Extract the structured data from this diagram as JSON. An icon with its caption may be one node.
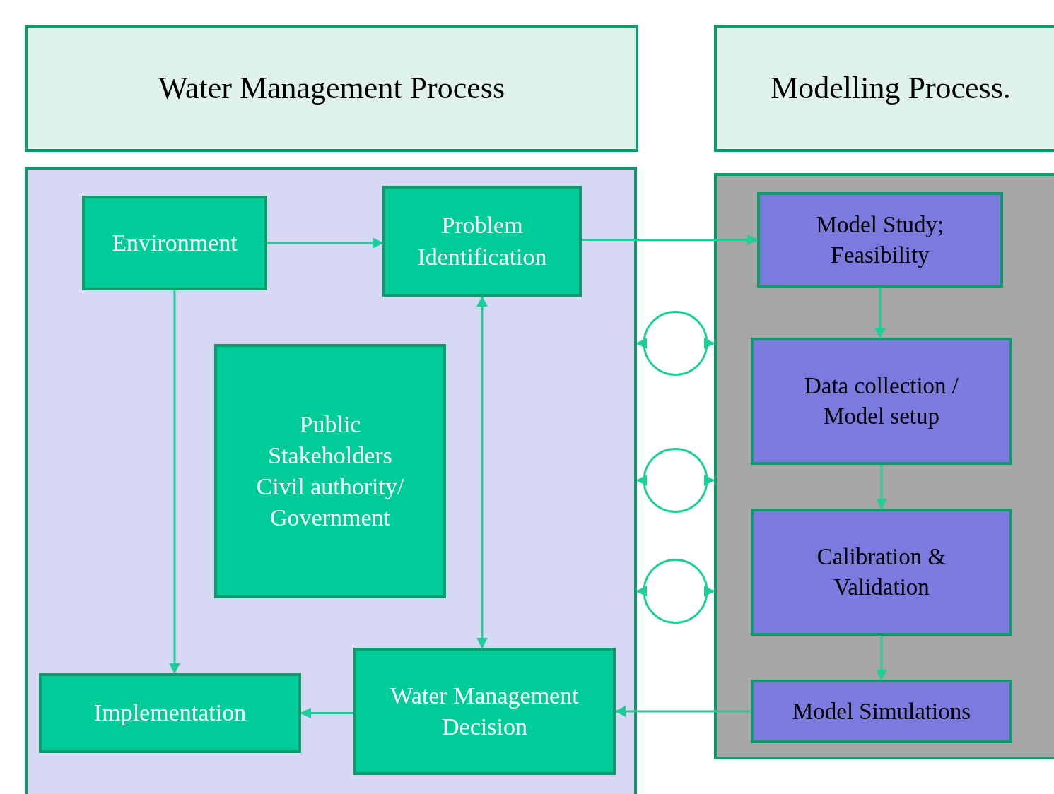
{
  "diagram": {
    "nodes": [
      {
        "text": [
          "Water Management Process"
        ]
      },
      {
        "text": [
          "Modelling Process."
        ]
      },
      {
        "text": [],
        "shape": "box"
      },
      {
        "text": [
          "Environment"
        ],
        "in": 2
      },
      {
        "text": [
          "Problem Identification"
        ],
        "in": 2
      },
      {
        "text": [
          "Public Stakeholders Civil authority/ Government"
        ],
        "in": 2
      },
      {
        "text": [
          "Implementation"
        ],
        "in": 2
      },
      {
        "text": [
          "Water Management Decision"
        ],
        "in": 2
      },
      {
        "text": [],
        "shape": "box"
      },
      {
        "text": [
          "Model Study; Feasibility"
        ],
        "in": 8
      },
      {
        "text": [
          "Data collection / Model setup"
        ],
        "in": 8
      },
      {
        "text": [
          "Calibration & Validation"
        ],
        "in": 8
      },
      {
        "text": [
          "Model Simulations"
        ],
        "in": 8
      }
    ],
    "edges": [
      {
        "from": 3,
        "to": 4,
        "arrow": "to"
      },
      {
        "from": 4,
        "to": 9,
        "arrow": "to"
      },
      {
        "from": 3,
        "to": 6,
        "arrow": "to"
      },
      {
        "from": 4,
        "to": 7,
        "arrow": "both"
      },
      {
        "from": 7,
        "to": 6,
        "arrow": "to"
      },
      {
        "from": 9,
        "to": 10,
        "arrow": "to"
      },
      {
        "from": 10,
        "to": 11,
        "arrow": "to"
      },
      {
        "from": 11,
        "to": 12,
        "arrow": "to"
      },
      {
        "from": 12,
        "to": 7,
        "arrow": "to"
      },
      {
        "from": 2,
        "to": 8,
        "arrow": "both"
      },
      {
        "from": 2,
        "to": 8,
        "arrow": "both"
      },
      {
        "from": 2,
        "to": 8,
        "arrow": "both"
      }
    ]
  }
}
